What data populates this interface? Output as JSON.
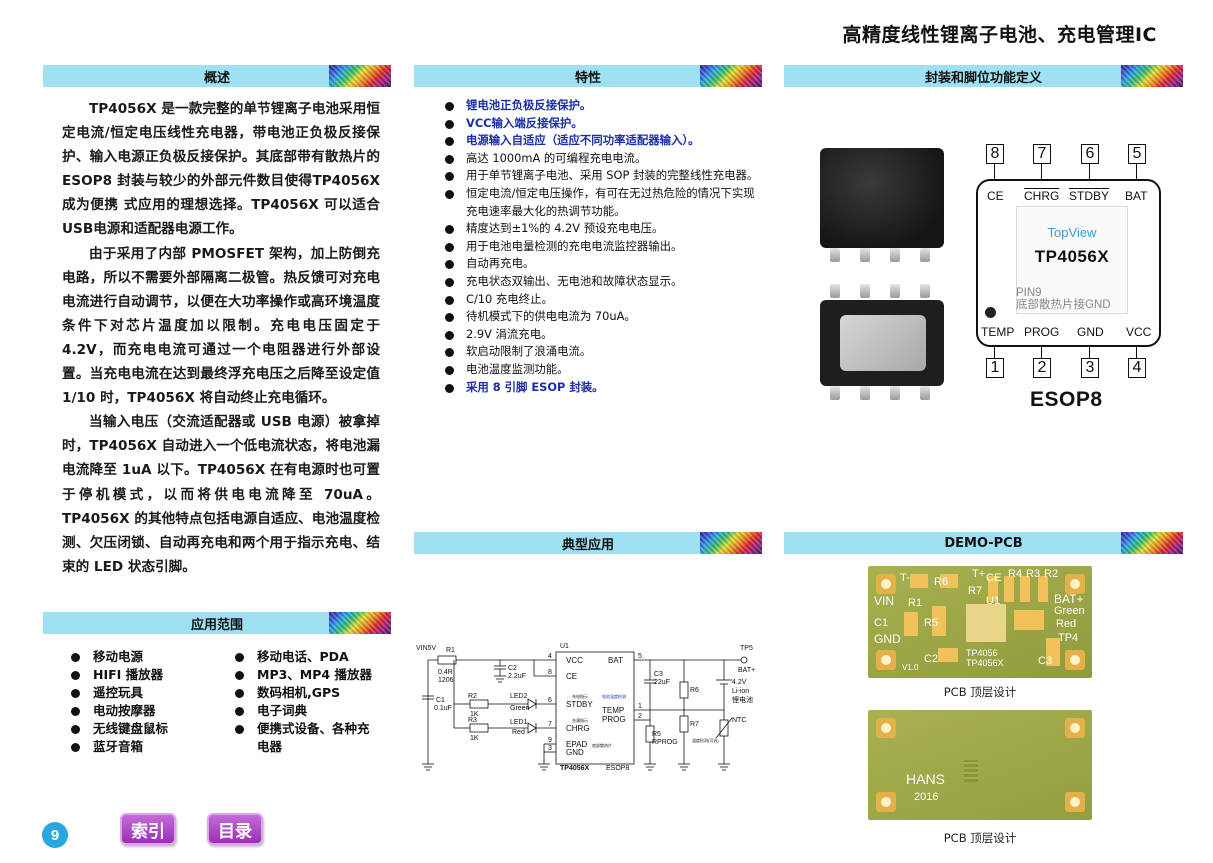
{
  "page_title": "高精度线性锂离子电池、充电管理IC",
  "sections": {
    "overview": "概述",
    "applications": "应用范围",
    "features": "特性",
    "typical_app": "典型应用",
    "package": "封装和脚位功能定义",
    "demo_pcb": "DEMO-PCB"
  },
  "overview_paragraphs": [
    "TP4056X 是一款完整的单节锂离子电池采用恒定电流/恒定电压线性充电器，带电池正负极反接保护、输入电源正负极反接保护。其底部带有散热片的 ESOP8 封装与较少的外部元件数目使得TP4056X 成为便携 式应用的理想选择。TP4056X 可以适合 USB电源和适配器电源工作。",
    "由于采用了内部 PMOSFET 架构，加上防倒充电路，所以不需要外部隔离二极管。热反馈可对充电电流进行自动调节，以便在大功率操作或高环境温度条件下对芯片温度加以限制。充电电压固定于 4.2V，而充电电流可通过一个电阻器进行外部设置。当充电电流在达到最终浮充电压之后降至设定值 1/10 时，TP4056X 将自动终止充电循环。",
    "当输入电压（交流适配器或 USB 电源）被拿掉时，TP4056X 自动进入一个低电流状态，将电池漏电流降至 1uA 以下。TP4056X 在有电源时也可置于停机模式，以而将供电电流降至 70uA。TP4056X 的其他特点包括电源自适应、电池温度检测、欠压闭锁、自动再充电和两个用于指示充电、结束的 LED 状态引脚。"
  ],
  "applications_col1": [
    "移动电源",
    "HIFI 播放器",
    "遥控玩具",
    "电动按摩器",
    "无线键盘鼠标",
    "蓝牙音箱"
  ],
  "applications_col2": [
    "移动电话、PDA",
    "MP3、MP4 播放器",
    "数码相机,GPS",
    "电子词典",
    "便携式设备、各种充电器"
  ],
  "features": [
    {
      "text": "锂电池正负极反接保护。",
      "highlight": true
    },
    {
      "text": "VCC输入端反接保护。",
      "highlight": true
    },
    {
      "text": "电源输入自适应（适应不同功率适配器输入）。",
      "highlight": true
    },
    {
      "text": "高达 1000mA 的可编程充电电流。",
      "highlight": false
    },
    {
      "text": "用于单节锂离子电池、采用 SOP 封装的完整线性充电器。",
      "highlight": false
    },
    {
      "text": "恒定电流/恒定电压操作，有可在无过热危险的情况下实现充电速率最大化的热调节功能。",
      "highlight": false
    },
    {
      "text": "精度达到±1%的 4.2V 预设充电电压。",
      "highlight": false
    },
    {
      "text": "用于电池电量检测的充电电流监控器输出。",
      "highlight": false
    },
    {
      "text": "自动再充电。",
      "highlight": false
    },
    {
      "text": "充电状态双输出、无电池和故障状态显示。",
      "highlight": false
    },
    {
      "text": "C/10 充电终止。",
      "highlight": false
    },
    {
      "text": "待机模式下的供电电流为 70uA。",
      "highlight": false
    },
    {
      "text": "2.9V 涓流充电。",
      "highlight": false
    },
    {
      "text": "软启动限制了浪涌电流。",
      "highlight": false
    },
    {
      "text": "电池温度监测功能。",
      "highlight": false
    },
    {
      "text": "采用 8 引脚 ESOP 封装。",
      "highlight": true
    }
  ],
  "pin_diagram": {
    "top_numbers": [
      "8",
      "7",
      "6",
      "5"
    ],
    "top_labels": [
      "CE",
      "CHRG",
      "STDBY",
      "BAT"
    ],
    "bottom_numbers": [
      "1",
      "2",
      "3",
      "4"
    ],
    "bottom_labels": [
      "TEMP",
      "PROG",
      "GND",
      "VCC"
    ],
    "view_label": "TopView",
    "part": "TP4056X",
    "pin9_line1": "PIN9",
    "pin9_line2": "底部散热片接GND",
    "package_name": "ESOP8"
  },
  "schematic": {
    "vin": "VIN5V",
    "r1": "R1",
    "r1_val": "0.4R",
    "r1_pkg": "1206",
    "c1": "C1",
    "c1_val": "0.1uF",
    "c2": "C2",
    "c2_val": "2.2uF",
    "c3": "C3",
    "c3_val": "22uF",
    "r2": "R2",
    "r2_val": "1K",
    "r3": "R3",
    "r3_val": "1K",
    "led2": "LED2",
    "led2_color": "Green",
    "led1": "LED1",
    "led1_color": "Red",
    "u1": "U1",
    "pins": [
      "VCC",
      "CE",
      "STDBY",
      "CHRG",
      "EPAD",
      "GND",
      "BAT",
      "TEMP",
      "PROG"
    ],
    "pin_nums": [
      "4",
      "8",
      "6",
      "7",
      "9",
      "3",
      "5",
      "1",
      "2"
    ],
    "r5": "R5",
    "rprog": "RPROG",
    "r6": "R6",
    "r7": "R7",
    "ntc": "NTC",
    "tp5": "TP5",
    "bat_plus": "BAT+",
    "batt_v": "4.2V",
    "batt_type": "Li-ion",
    "batt_cn": "锂电池",
    "chip_part": "TP4056X",
    "chip_pkg": "ESOP8",
    "tiny_stdby": "充电指示",
    "tiny_chrg": "充满指示",
    "tiny_temp": "电池温度检测",
    "tiny_epad": "底部散热片",
    "tiny_ntc": "温度检测(可选)"
  },
  "pcb_top": {
    "labels": [
      "T-",
      "R6",
      "T+",
      "CE",
      "R4",
      "R3",
      "R2",
      "VIN",
      "R1",
      "R7",
      "U1",
      "BAT+",
      "Green",
      "Red",
      "TP4",
      "GND",
      "C1",
      "R5",
      "C2",
      "TP4056",
      "TP4056X",
      "C3",
      "V1.0"
    ],
    "caption": "PCB 顶层设计"
  },
  "pcb_bottom": {
    "brand": "HANS",
    "year": "2016",
    "caption": "PCB 顶层设计"
  },
  "footer": {
    "page_number": "9",
    "index_button": "索引",
    "contents_button": "目录"
  }
}
